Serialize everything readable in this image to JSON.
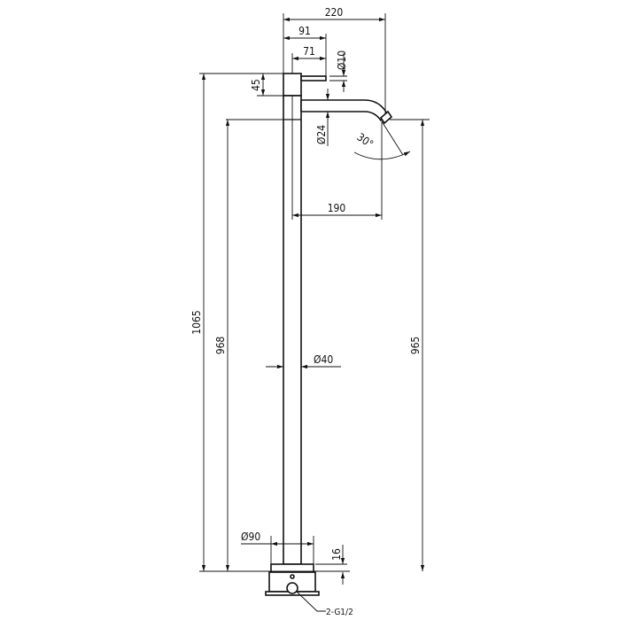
{
  "drawing": {
    "dimensions": {
      "overall_width": "220",
      "handle_reach": "91",
      "lever_length": "71",
      "lever_diameter": "Ø10",
      "handle_height": "45",
      "spout_diameter": "Ø24",
      "spout_angle": "30°",
      "spout_reach": "190",
      "total_height": "1065",
      "spout_height_left": "968",
      "spout_outlet_height": "965",
      "body_diameter": "Ø40",
      "base_diameter": "Ø90",
      "base_height": "16",
      "inlet_connection": "2-G1/2"
    }
  }
}
